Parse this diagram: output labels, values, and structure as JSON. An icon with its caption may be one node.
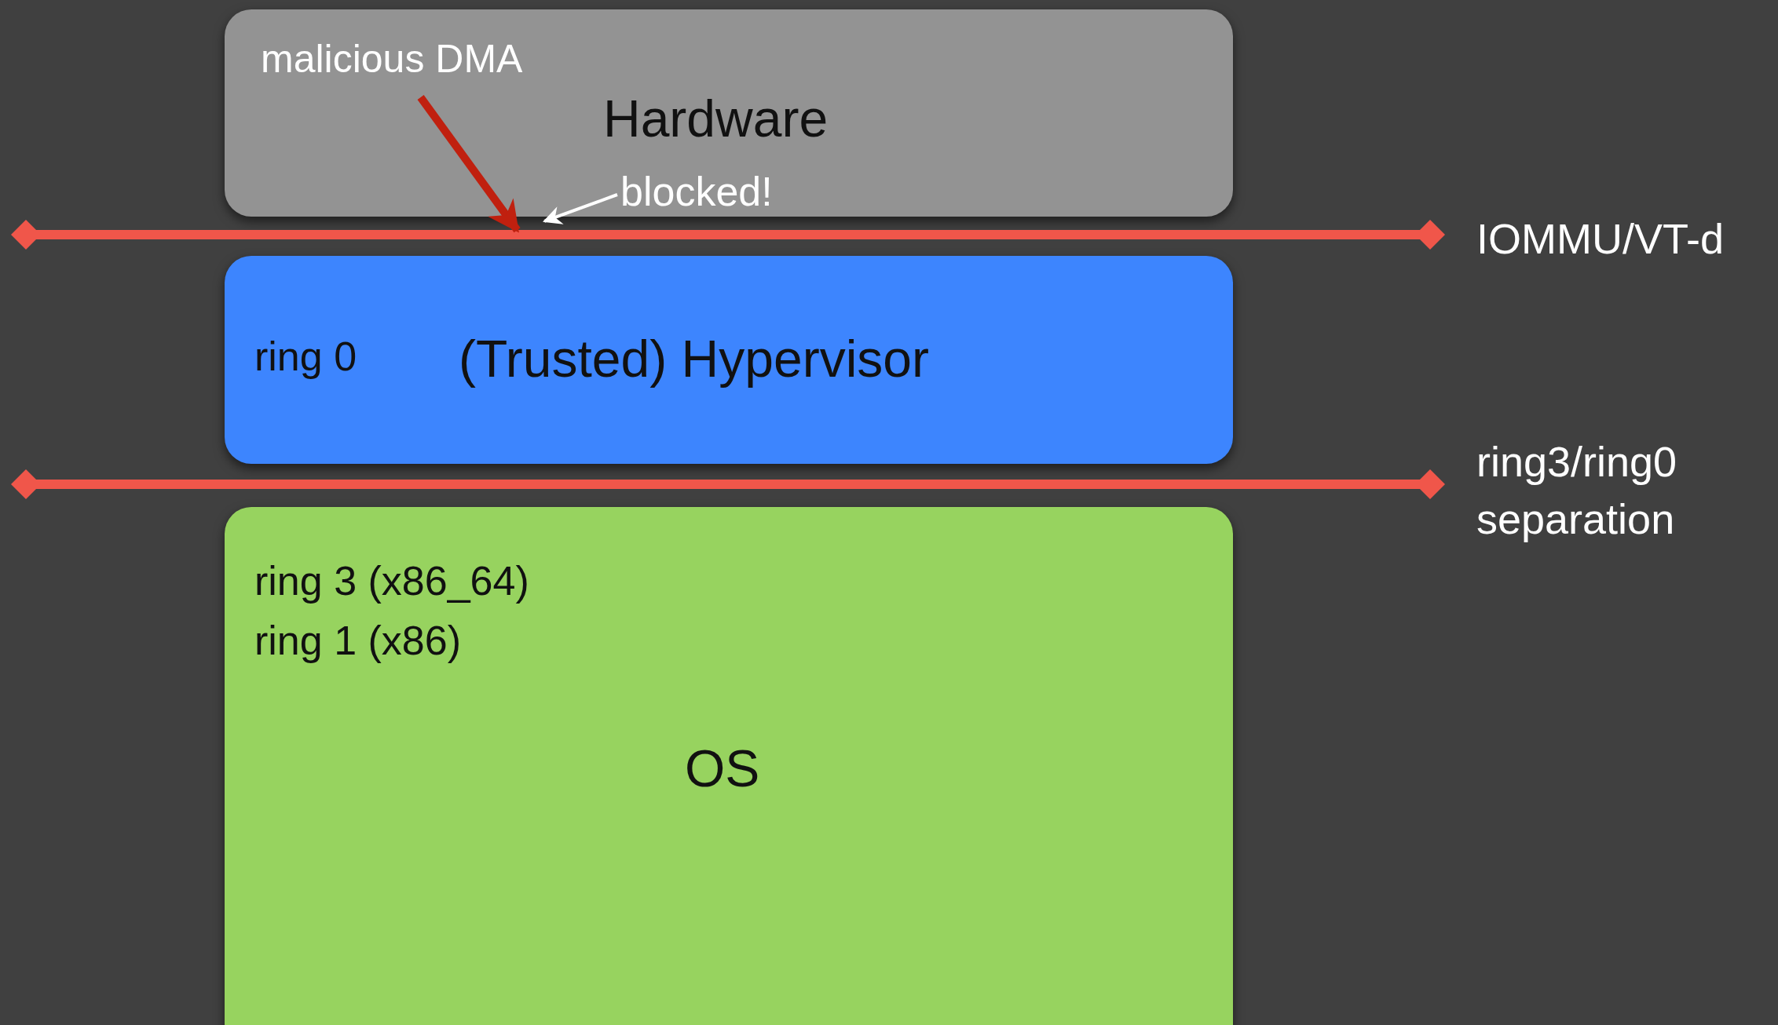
{
  "diagram": {
    "nodes": [
      {
        "text": [
          "Hardware"
        ]
      },
      {
        "text": [
          "malicious DMA"
        ],
        "in": 0
      },
      {
        "text": [
          "blocked!"
        ],
        "in": 0
      },
      {
        "text": [],
        "shape": "bar",
        "beside": [
          "IOMMU/VT-d"
        ]
      },
      {
        "text": [
          "ring 0",
          "(Trusted) Hypervisor"
        ]
      },
      {
        "text": [],
        "shape": "bar",
        "beside": [
          "ring3/ring0 separation"
        ]
      },
      {
        "text": [
          "ring 3 (x86_64)",
          "ring 1 (x86)",
          "OS"
        ]
      }
    ],
    "edges": [
      {
        "from": 1,
        "to": 3,
        "arrow": "to",
        "style": "thick",
        "color": "#c0200f"
      },
      {
        "from": 2,
        "to": 3,
        "arrow": "to",
        "color": "#ffffff"
      }
    ]
  }
}
